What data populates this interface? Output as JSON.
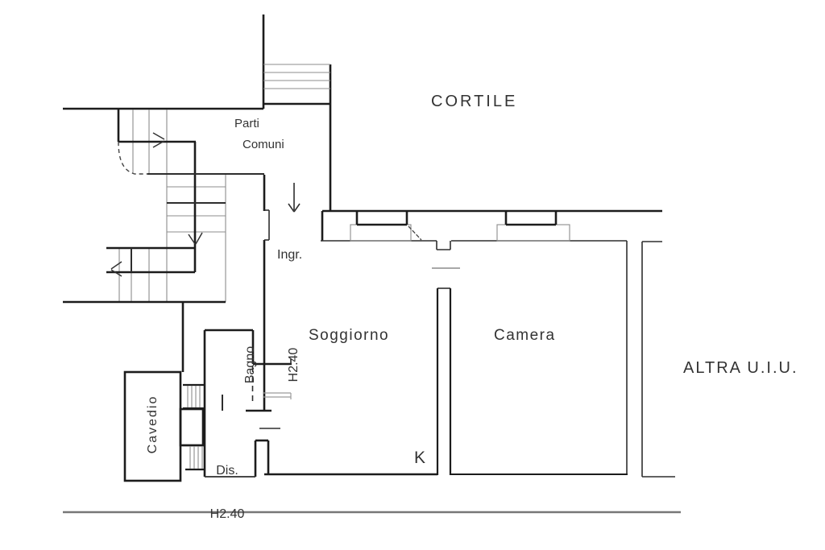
{
  "plan": {
    "labels": {
      "courtyard": "CORTILE",
      "common_parts_line1": "Parti",
      "common_parts_line2": "Comuni",
      "entrance": "Ingr.",
      "living_room": "Soggiorno",
      "bedroom": "Camera",
      "other_unit": "ALTRA U.I.U.",
      "bathroom": "Bagno",
      "bathroom_height": "H2.40",
      "hallway": "Dis.",
      "hallway_height": "H2.40",
      "shaft": "Cavedio",
      "kitchen": "K"
    },
    "colors": {
      "wall": "#1c1c1c",
      "medium_line": "#2e2e2e",
      "light_line": "#8c8c8c",
      "ground_line": "#777777",
      "text": "#333333",
      "background": "#ffffff"
    }
  }
}
